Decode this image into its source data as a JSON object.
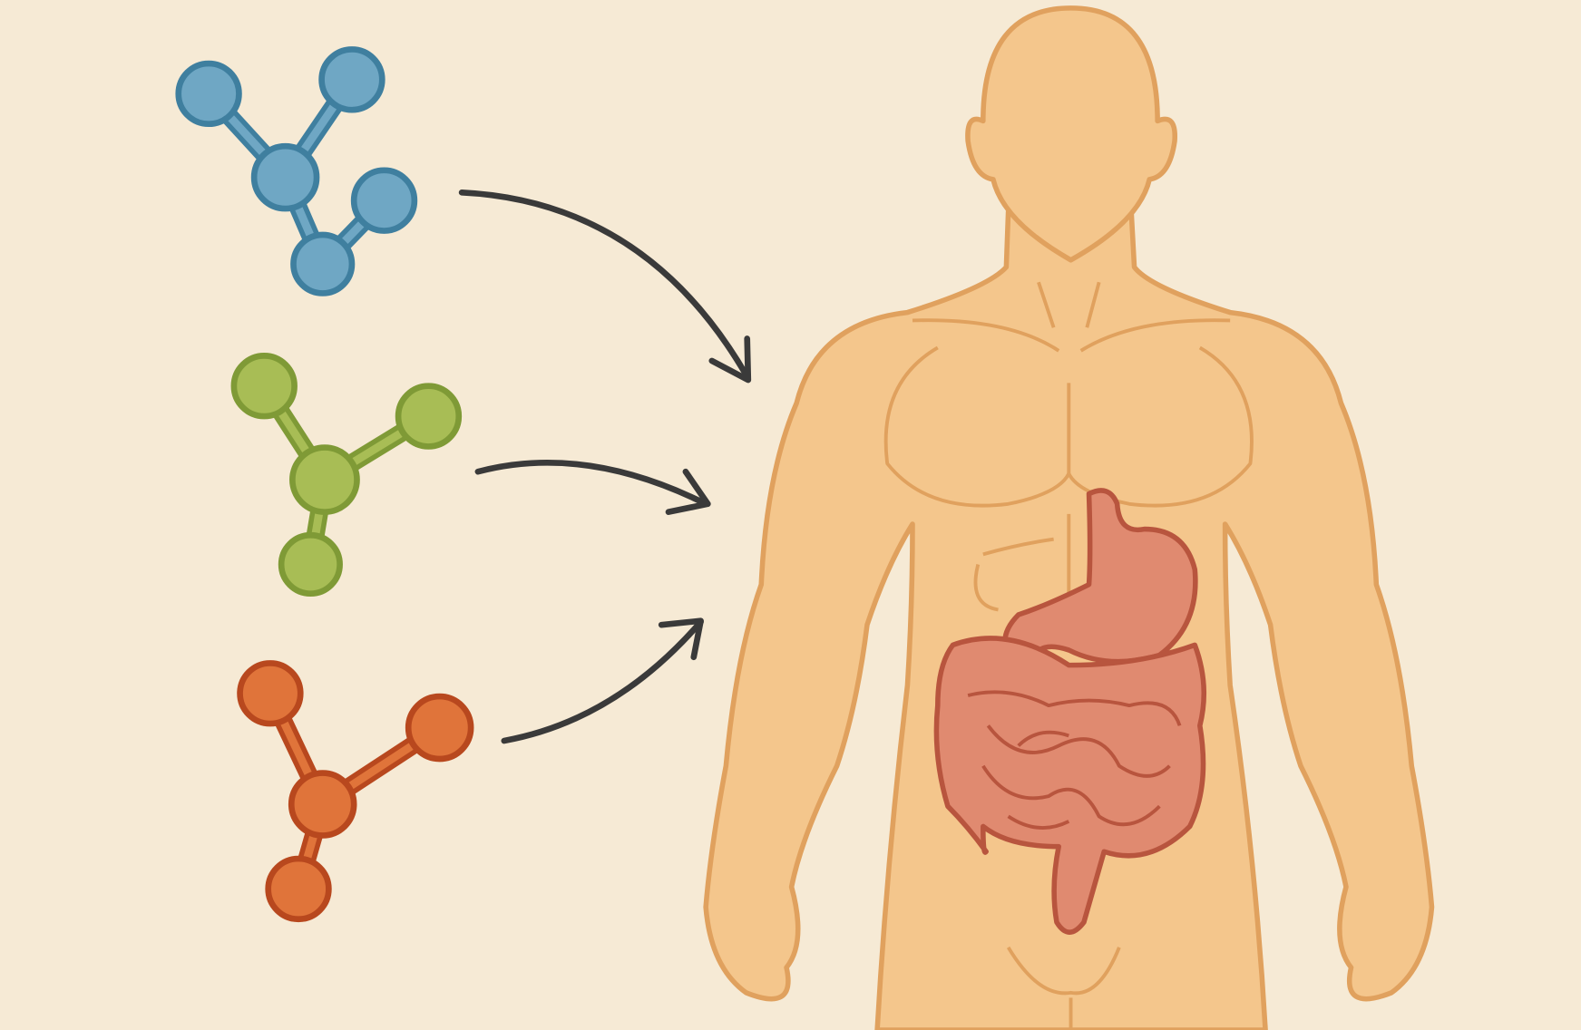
{
  "colors": {
    "background": "#f6ead5",
    "molecule_blue": "#6fa7c4",
    "molecule_blue_stroke": "#3f7f9f",
    "molecule_green": "#a8bd55",
    "molecule_green_stroke": "#7f9a36",
    "molecule_orange": "#e0743a",
    "molecule_orange_stroke": "#b8481e",
    "arrow": "#3a3a3a",
    "skin": "#f4c68c",
    "skin_stroke": "#e0a15e",
    "organ": "#e08a70",
    "organ_stroke": "#b8553e"
  },
  "molecules": [
    "blue",
    "green",
    "orange"
  ]
}
